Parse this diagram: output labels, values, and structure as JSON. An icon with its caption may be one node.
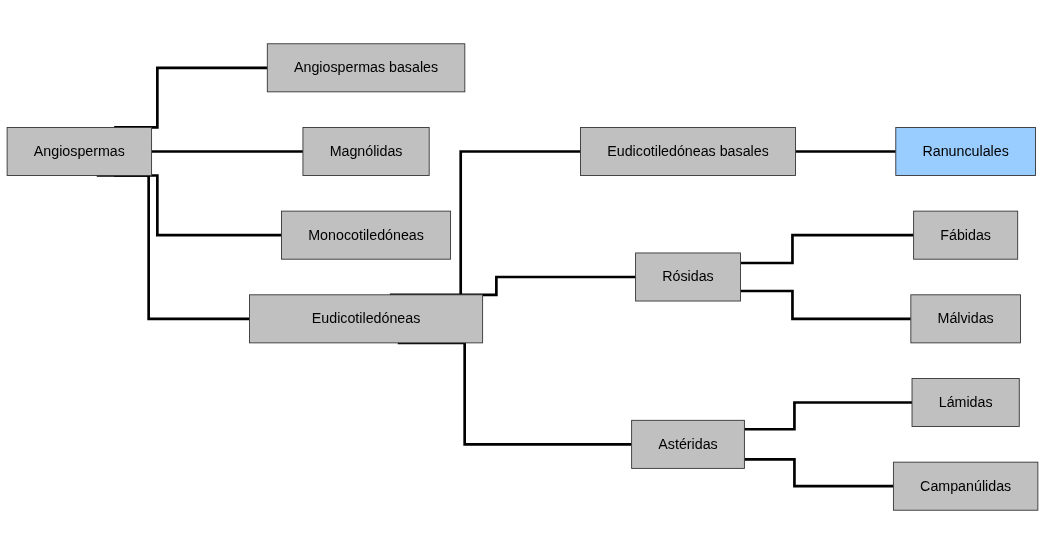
{
  "diagram": {
    "nodes": [
      {
        "text": [
          "Angiospermas"
        ]
      },
      {
        "text": [
          "Angiospermas basales"
        ]
      },
      {
        "text": [
          "Magnólidas"
        ]
      },
      {
        "text": [
          "Monocotiledóneas"
        ]
      },
      {
        "text": [
          "Eudicotiledóneas"
        ]
      },
      {
        "text": [
          "Eudicotiledóneas basales"
        ]
      },
      {
        "text": [
          "Ranunculales"
        ]
      },
      {
        "text": [
          "Rósidas"
        ]
      },
      {
        "text": [
          "Fábidas"
        ]
      },
      {
        "text": [
          "Málvidas"
        ]
      },
      {
        "text": [
          "Astéridas"
        ]
      },
      {
        "text": [
          "Lámidas"
        ]
      },
      {
        "text": [
          "Campanúlidas"
        ]
      }
    ],
    "edges": [
      {
        "from": 0,
        "to": 1,
        "arrow": "none"
      },
      {
        "from": 0,
        "to": 2,
        "arrow": "none"
      },
      {
        "from": 0,
        "to": 3,
        "arrow": "none"
      },
      {
        "from": 0,
        "to": 4,
        "arrow": "none"
      },
      {
        "from": 4,
        "to": 5,
        "arrow": "none"
      },
      {
        "from": 4,
        "to": 7,
        "arrow": "none"
      },
      {
        "from": 4,
        "to": 10,
        "arrow": "none"
      },
      {
        "from": 5,
        "to": 6,
        "arrow": "none"
      },
      {
        "from": 7,
        "to": 8,
        "arrow": "none"
      },
      {
        "from": 7,
        "to": 9,
        "arrow": "none"
      },
      {
        "from": 10,
        "to": 11,
        "arrow": "none"
      },
      {
        "from": 10,
        "to": 12,
        "arrow": "none"
      }
    ]
  }
}
